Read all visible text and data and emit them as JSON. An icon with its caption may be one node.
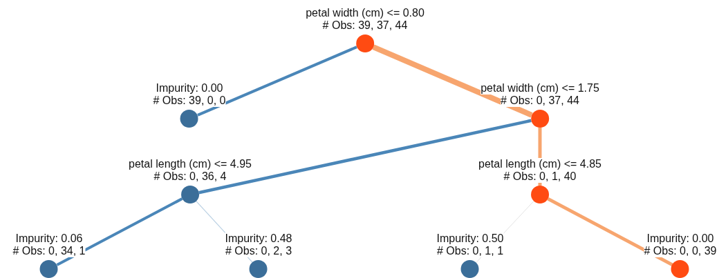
{
  "diagram": {
    "nodes": [
      {
        "text": [
          "petal width (cm) <= 0.80",
          "# Obs: 39, 37, 44"
        ]
      },
      {
        "text": [
          "Impurity: 0.00",
          "# Obs: 39, 0, 0"
        ]
      },
      {
        "text": [
          "petal width (cm) <= 1.75",
          "# Obs: 0, 37, 44"
        ]
      },
      {
        "text": [
          "petal length (cm) <= 4.95",
          "# Obs: 0, 36, 4"
        ]
      },
      {
        "text": [
          "petal length (cm) <= 4.85",
          "# Obs: 0, 1, 40"
        ]
      },
      {
        "text": [
          "Impurity: 0.06",
          "# Obs: 0, 34, 1"
        ]
      },
      {
        "text": [
          "Impurity: 0.48",
          "# Obs: 0, 2, 3"
        ]
      },
      {
        "text": [
          "Impurity: 0.50",
          "# Obs: 0, 1, 1"
        ]
      },
      {
        "text": [
          "Impurity: 0.00",
          "# Obs: 0, 0, 39"
        ]
      }
    ],
    "edges": [
      {
        "from": 0,
        "to": 1,
        "arrow": "none",
        "color": "#4a86b8"
      },
      {
        "from": 0,
        "to": 2,
        "arrow": "none",
        "style": "thick",
        "color": "#f7a56e"
      },
      {
        "from": 2,
        "to": 3,
        "arrow": "none",
        "color": "#4a86b8"
      },
      {
        "from": 2,
        "to": 4,
        "arrow": "none",
        "color": "#f7a56e"
      },
      {
        "from": 3,
        "to": 5,
        "arrow": "none",
        "color": "#4a86b8"
      },
      {
        "from": 3,
        "to": 6,
        "arrow": "none",
        "color": "#b9d0e3"
      },
      {
        "from": 4,
        "to": 7,
        "arrow": "none",
        "color": "#e3e3e3"
      },
      {
        "from": 4,
        "to": 8,
        "arrow": "none",
        "color": "#f7a56e"
      }
    ]
  }
}
